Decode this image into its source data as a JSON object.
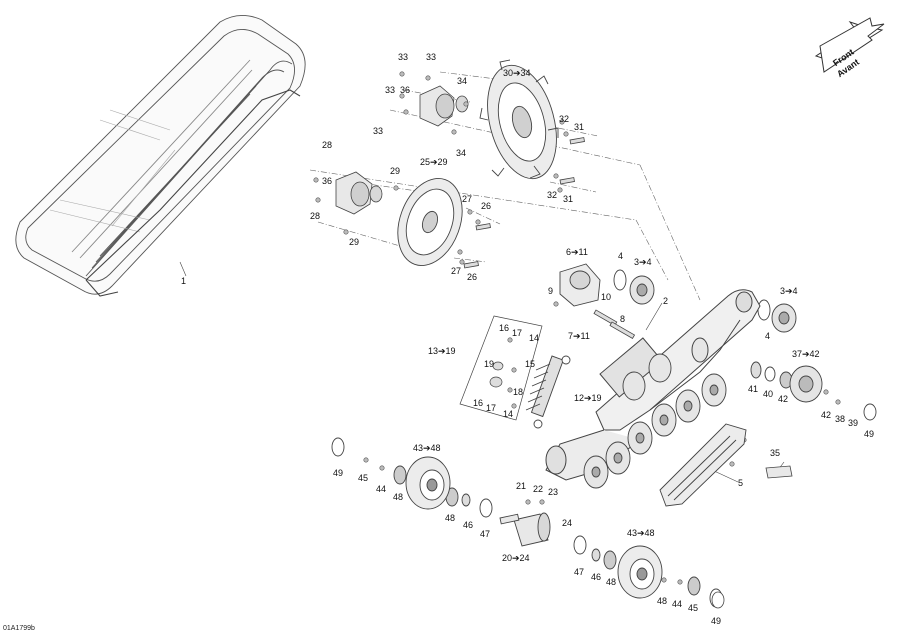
{
  "figure_id": "01A1799b",
  "direction_badge": {
    "line1": "Front",
    "line2": "Avant"
  },
  "callouts": {
    "c1": "1",
    "c2": "2",
    "c3a": "3➔4",
    "c3b": "3➔4",
    "c4a": "4",
    "c4b": "4",
    "c5": "5",
    "c6": "6➔11",
    "c7": "7➔11",
    "c8": "8",
    "c9": "9",
    "c10": "10",
    "c12": "12➔19",
    "c13": "13➔19",
    "c14a": "14",
    "c14b": "14",
    "c15": "15",
    "c16a": "16",
    "c16b": "16",
    "c17a": "17",
    "c17b": "17",
    "c18": "18",
    "c19": "19",
    "c20": "20➔24",
    "c21": "21",
    "c22": "22",
    "c23": "23",
    "c24": "24",
    "c25": "25➔29",
    "c26a": "26",
    "c26b": "26",
    "c27a": "27",
    "c27b": "27",
    "c28a": "28",
    "c28b": "28",
    "c29a": "29",
    "c29b": "29",
    "c30": "30➔34",
    "c31a": "31",
    "c31b": "31",
    "c32a": "32",
    "c32b": "32",
    "c33a": "33",
    "c33b": "33",
    "c33c": "33",
    "c33d": "33",
    "c34a": "34",
    "c34b": "34",
    "c35": "35",
    "c36a": "36",
    "c36b": "36",
    "c37": "37➔42",
    "c38": "38",
    "c39": "39",
    "c40": "40",
    "c41": "41",
    "c42a": "42",
    "c42b": "42",
    "c43a": "43➔48",
    "c43b": "43➔48",
    "c44a": "44",
    "c44b": "44",
    "c45a": "45",
    "c45b": "45",
    "c46a": "46",
    "c46b": "46",
    "c47a": "47",
    "c47b": "47",
    "c48a": "48",
    "c48b": "48",
    "c48c": "48",
    "c48d": "48",
    "c49a": "49",
    "c49b": "49",
    "c49c": "49"
  }
}
